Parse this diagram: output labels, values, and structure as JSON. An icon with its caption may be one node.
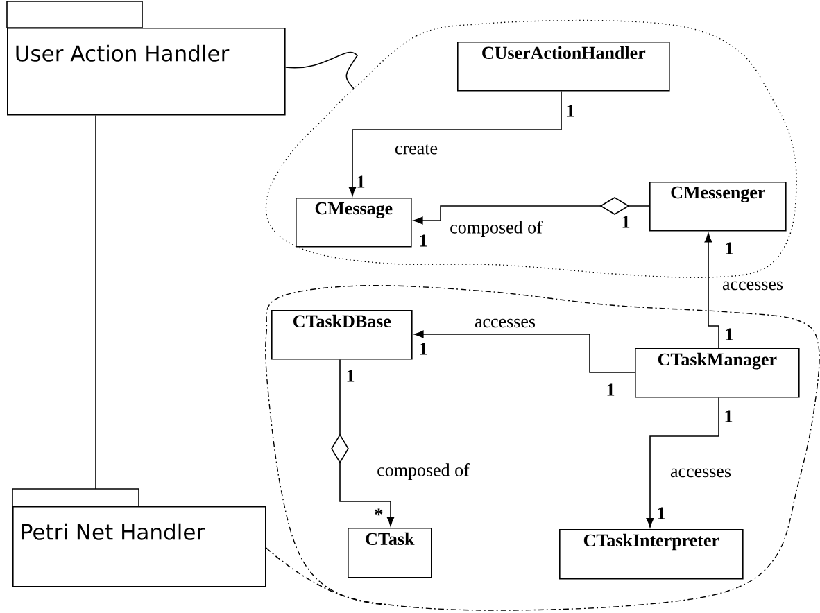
{
  "diagram": {
    "nodes": [
      {
        "text": [
          "User Action Handler"
        ]
      },
      {
        "text": [],
        "shape": "cloud"
      },
      {
        "text": [
          "CUserActionHandler"
        ],
        "in": 1
      },
      {
        "text": [
          "CMessage"
        ],
        "in": 1
      },
      {
        "text": [
          "CMessenger"
        ],
        "in": 1
      },
      {
        "text": [],
        "shape": "cloud"
      },
      {
        "text": [
          "CTaskDBase"
        ],
        "in": 5
      },
      {
        "text": [
          "CTaskManager"
        ],
        "in": 5
      },
      {
        "text": [
          "CTask"
        ],
        "in": 5
      },
      {
        "text": [
          "CTaskInterpreter"
        ],
        "in": 5
      },
      {
        "text": [
          "Petri Net Handler"
        ]
      }
    ],
    "edges": [
      {
        "from": 0,
        "to": 10,
        "arrow": "none"
      },
      {
        "from": 0,
        "to": 1,
        "arrow": "none"
      },
      {
        "from": 10,
        "to": 5,
        "arrow": "none",
        "style": "dashed"
      },
      {
        "from": 2,
        "to": 3,
        "arrow": "to",
        "label": "create"
      },
      {
        "from": 4,
        "to": 3,
        "arrow": "to",
        "label": "composed of"
      },
      {
        "from": 7,
        "to": 4,
        "arrow": "to",
        "label": "accesses"
      },
      {
        "from": 7,
        "to": 6,
        "arrow": "to",
        "label": "accesses"
      },
      {
        "from": 6,
        "to": 8,
        "arrow": "to",
        "label": "composed of"
      },
      {
        "from": 7,
        "to": 9,
        "arrow": "to",
        "label": "accesses"
      }
    ],
    "labels": [
      "1",
      "1",
      "1",
      "1",
      "1",
      "1",
      "1",
      "1",
      "1",
      "1",
      "*",
      "1"
    ]
  }
}
